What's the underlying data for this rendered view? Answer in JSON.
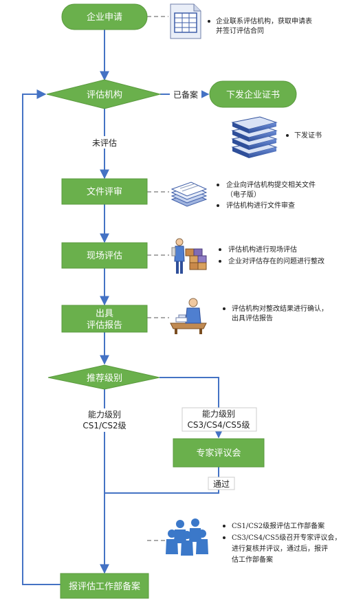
{
  "nodes": {
    "start": "企业申请",
    "assess_org": "评估机构",
    "issue_cert": "下发企业证书",
    "doc_review": "文件评审",
    "onsite": "现场评估",
    "report_line1": "出具",
    "report_line2": "评估报告",
    "recommend": "推荐级别",
    "expert": "专家评议会",
    "filing": "报评估工作部备案"
  },
  "edge_labels": {
    "filed": "已备案",
    "not_assessed": "未评估",
    "cs12_line1": "能力级别",
    "cs12_line2": "CS1/CS2级",
    "cs345_line1": "能力级别",
    "cs345_line2": "CS3/CS4/CS5级",
    "passed": "通过"
  },
  "notes": {
    "apply": [
      "企业联系评估机构，获取申请表",
      "并签订评估合同"
    ],
    "cert": [
      "下发证书"
    ],
    "doc": [
      "企业向评估机构提交相关文件",
      "（电子版）",
      "评估机构进行文件审查"
    ],
    "onsite": [
      "评估机构进行现场评估",
      "企业对评估存在的问题进行整改"
    ],
    "report": [
      "评估机构对整改结果进行确认，",
      "出具评估报告"
    ],
    "filing": [
      "CS1/CS2级报评估工作部备案",
      "CS3/CS4/CS5级召开专家评议会，",
      "进行复核并评议，通过后，报评",
      "估工作部备案"
    ]
  },
  "colors": {
    "node_fill": "#6ab04c",
    "node_stroke": "#5a9a3e",
    "arrow": "#4472c4"
  },
  "icons": [
    "form-document-icon",
    "book-stack-icon",
    "paper-stack-icon",
    "worker-boxes-icon",
    "office-worker-icon",
    "people-group-icon"
  ]
}
